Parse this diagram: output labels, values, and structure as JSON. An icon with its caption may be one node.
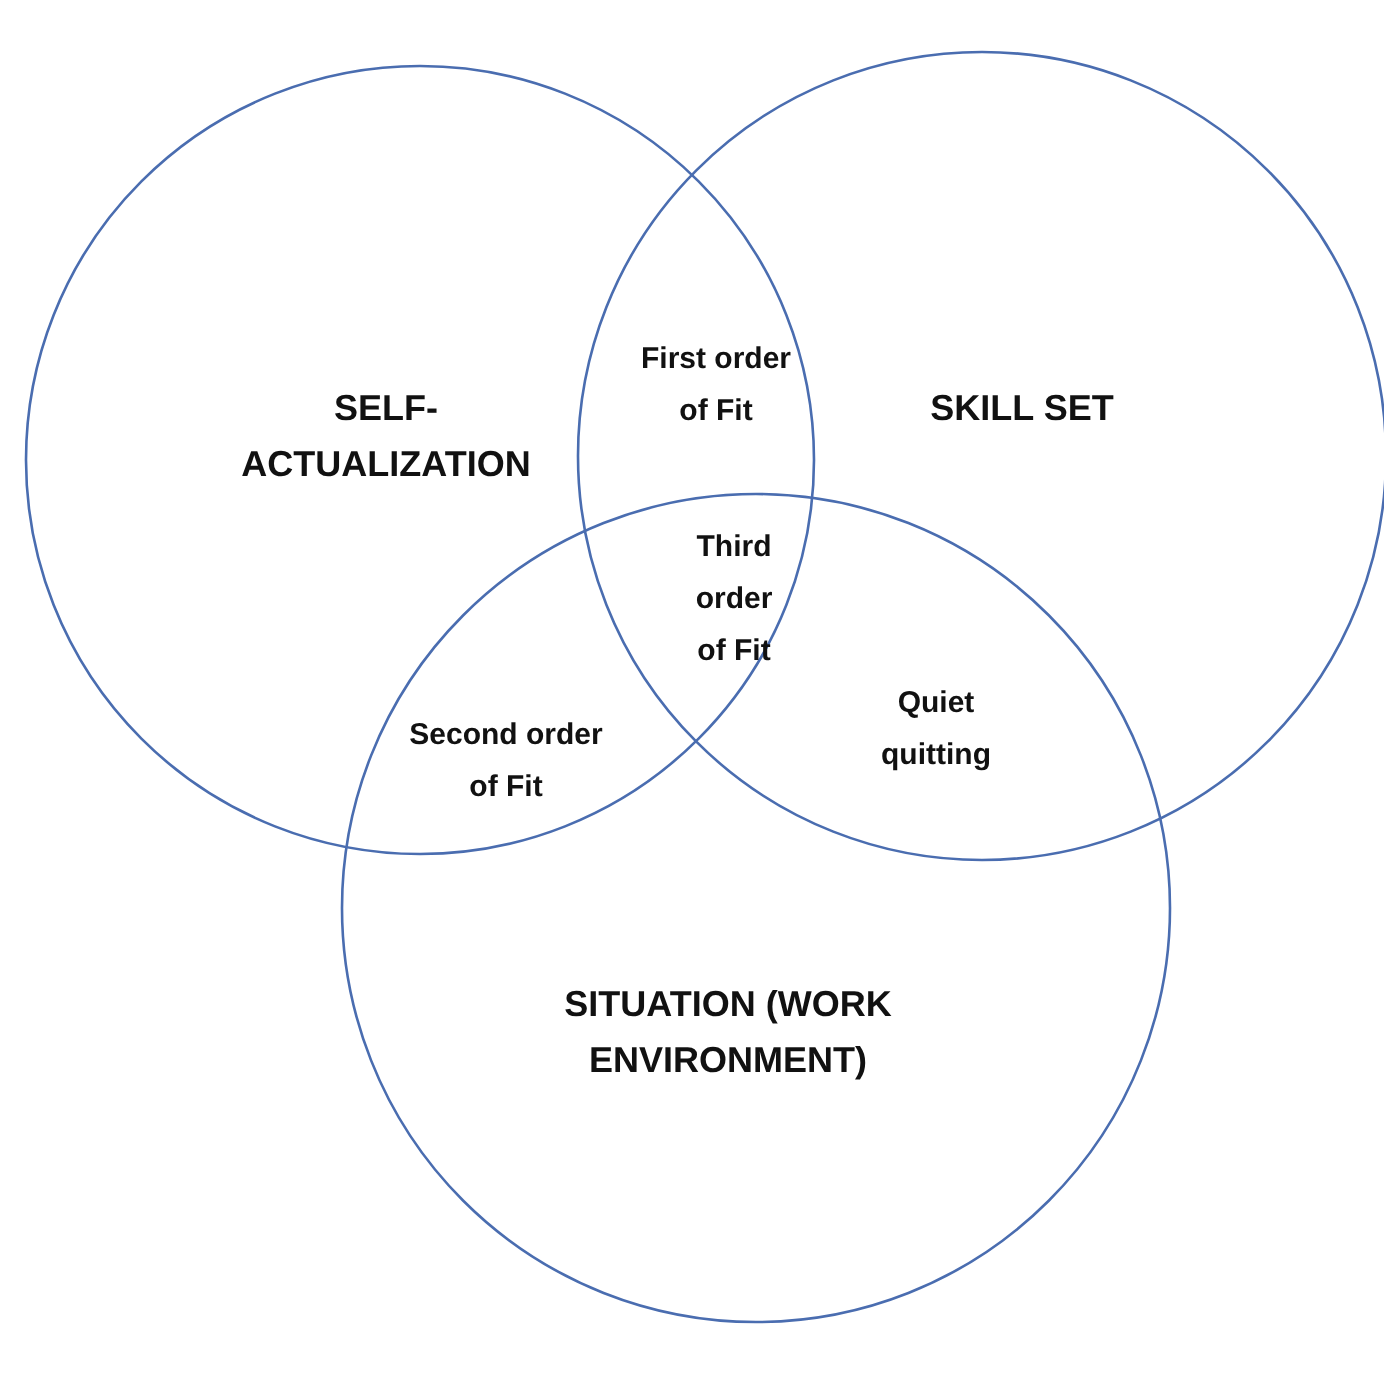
{
  "diagram": {
    "nodes": [
      {
        "text": [
          "SELF-ACTUALIZATION"
        ]
      },
      {
        "text": [
          "SKILL SET"
        ]
      },
      {
        "text": [
          "SITUATION (WORK ENVIRONMENT)"
        ]
      }
    ],
    "labels": [
      "First order of Fit",
      "Third order of Fit",
      "Second order of Fit",
      "Quiet quitting"
    ]
  }
}
